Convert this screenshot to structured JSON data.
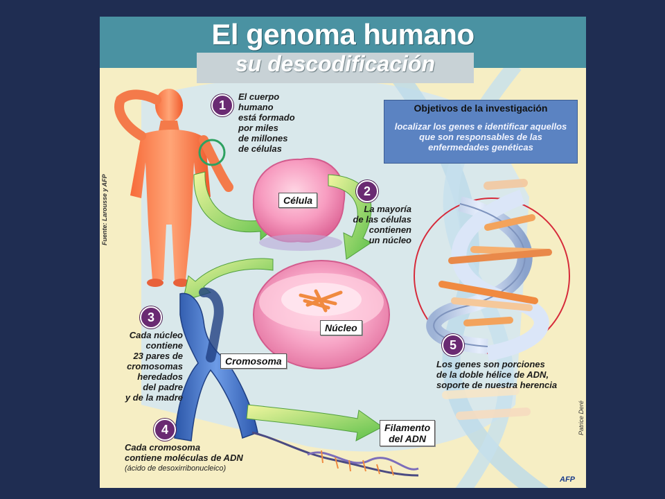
{
  "title": "El genoma humano",
  "subtitle": "su descodificación",
  "objectives": {
    "title": "Objetivos de la investigación",
    "text": "localizar los genes e identificar aquellos que son responsables de las enfermedades genéticas"
  },
  "steps": [
    {
      "number": "1",
      "text": "El cuerpo\nhumano\nestá formado\npor miles\nde millones\nde células"
    },
    {
      "number": "2",
      "text": "La mayoría\nde las células\ncontienen\nun núcleo"
    },
    {
      "number": "3",
      "text": "Cada núcleo\ncontiene\n23 pares de\ncromosomas\nheredados\ndel padre\ny de la madre"
    },
    {
      "number": "4",
      "text": "Cada cromosoma\ncontiene moléculas de ADN"
    },
    {
      "number": "5",
      "text": "Los genes son porciones\nde la doble hélice de ADN,\nsoporte de nuestra herencia"
    }
  ],
  "step4_note": "(ácido de desoxirribonucleico)",
  "labels": {
    "cell": "Célula",
    "nucleus": "Núcleo",
    "chromosome": "Cromosoma",
    "dna_filament": "Filamento\ndel ADN"
  },
  "source": "Fuente: Larousse y AFP",
  "signature": "Patrice Deré",
  "agency": "AFP",
  "colors": {
    "background": "#1f2d52",
    "paper": "#f6eec4",
    "title_band": "#4a92a2",
    "objectives_box": "#5b83c2",
    "step_badge": "#6a2a72",
    "body": "#f47a4a",
    "cell": "#f4a0c0",
    "chromosome": "#3a6fc4",
    "arrow": "#78c850"
  }
}
